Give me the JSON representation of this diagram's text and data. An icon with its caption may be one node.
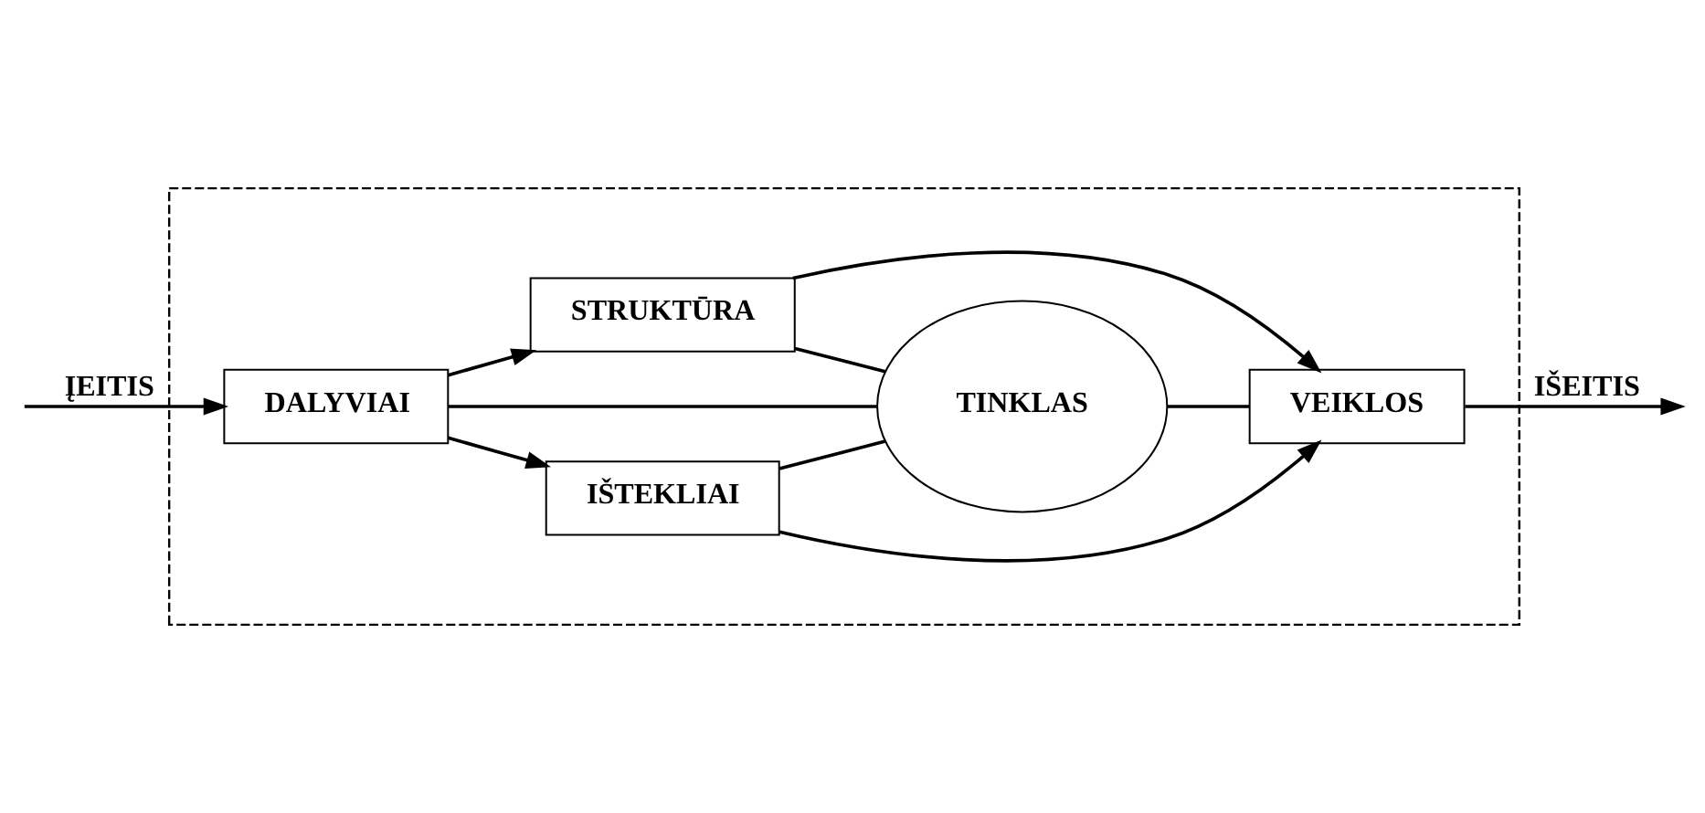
{
  "diagram": {
    "nodes": [
      {
        "text": [],
        "shape": "box"
      },
      {
        "text": [
          "DALYVIAI"
        ],
        "in": 0
      },
      {
        "text": [
          "STRUKTŪRA"
        ],
        "in": 0
      },
      {
        "text": [
          "TINKLAS"
        ],
        "in": 0
      },
      {
        "text": [
          "IŠTEKLIAI"
        ],
        "in": 0
      },
      {
        "text": [
          "VEIKLOS"
        ],
        "in": 0
      }
    ],
    "edges": [
      {
        "from": null,
        "to": 1,
        "arrow": "to",
        "label": "ĮEITIS"
      },
      {
        "from": 1,
        "to": 2,
        "arrow": "to"
      },
      {
        "from": 1,
        "to": 4,
        "arrow": "to"
      },
      {
        "from": 1,
        "to": 3,
        "arrow": "none"
      },
      {
        "from": 2,
        "to": 3,
        "arrow": "none"
      },
      {
        "from": 4,
        "to": 3,
        "arrow": "none"
      },
      {
        "from": 3,
        "to": 5,
        "arrow": "none"
      },
      {
        "from": 2,
        "to": 5,
        "arrow": "to"
      },
      {
        "from": 4,
        "to": 5,
        "arrow": "to"
      },
      {
        "from": 5,
        "to": null,
        "arrow": "to",
        "label": "IŠEITIS"
      }
    ]
  }
}
